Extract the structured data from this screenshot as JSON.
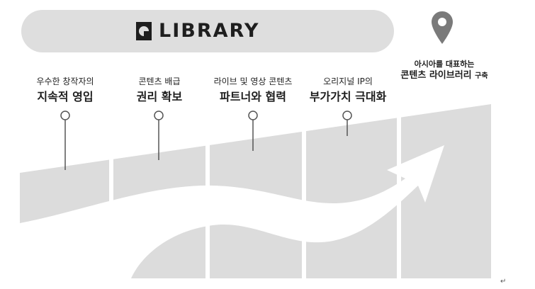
{
  "logo": {
    "text": "LIBRARY"
  },
  "stages": [
    {
      "sub": "우수한 창작자의",
      "main": "지속적 영입"
    },
    {
      "sub": "콘텐츠 배급",
      "main": "권리 확보"
    },
    {
      "sub": "라이브 및 영상 콘텐츠",
      "main": "파트너와 협력"
    },
    {
      "sub": "오리지널 IP의",
      "main": "부가가치 극대화"
    }
  ],
  "final": {
    "sub": "아시아를 대표하는",
    "main": "콘텐츠 라이브러리",
    "main_suffix": "구축"
  },
  "colors": {
    "banner": "#dedede",
    "panel": "#dcdcdc",
    "text": "#1e1e1e",
    "pin": "#7a7a7a",
    "connector": "#555555"
  },
  "icons": {
    "location": "location-pin-icon",
    "return": "return-mark-icon"
  },
  "return_mark": "↵"
}
